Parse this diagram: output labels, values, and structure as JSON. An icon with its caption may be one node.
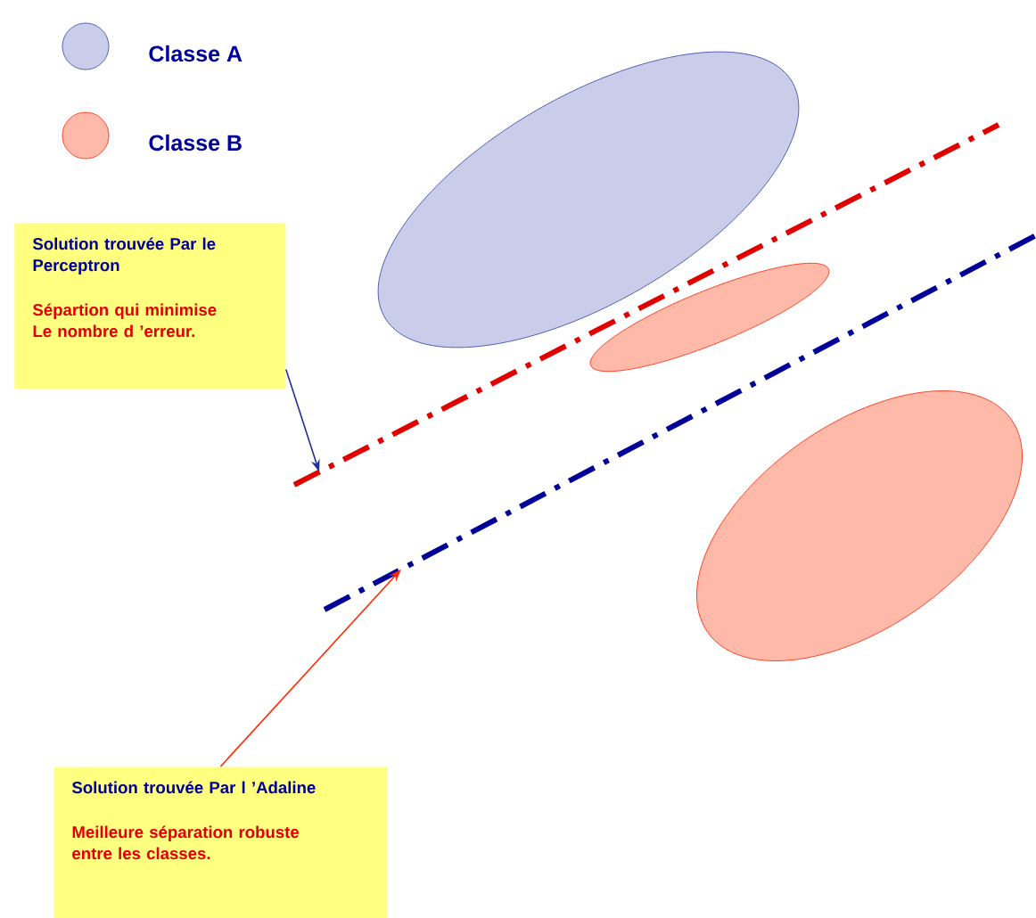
{
  "diagram": {
    "nodes": [
      {
        "text": [],
        "shape": "ellipse"
      },
      {
        "text": [
          "Solution trouvée Par le Perceptron",
          "Sépartion qui minimise Le nombre d ’erreur."
        ]
      },
      {
        "text": [],
        "shape": "ellipse"
      },
      {
        "text": [],
        "shape": "line"
      },
      {
        "text": [],
        "shape": "line"
      },
      {
        "text": [],
        "shape": "ellipse"
      },
      {
        "text": [
          "Solution trouvée Par l ’Adaline",
          "Meilleure séparation robuste entre les classes."
        ]
      }
    ],
    "edges": [
      {
        "from": 1,
        "to": 3,
        "arrow": "to",
        "color": "#1f2f9f"
      },
      {
        "from": 6,
        "to": 4,
        "arrow": "to",
        "color": "#ff2a00"
      }
    ],
    "legend": [
      {
        "text": "Classe A"
      },
      {
        "text": "Classe B"
      }
    ]
  }
}
